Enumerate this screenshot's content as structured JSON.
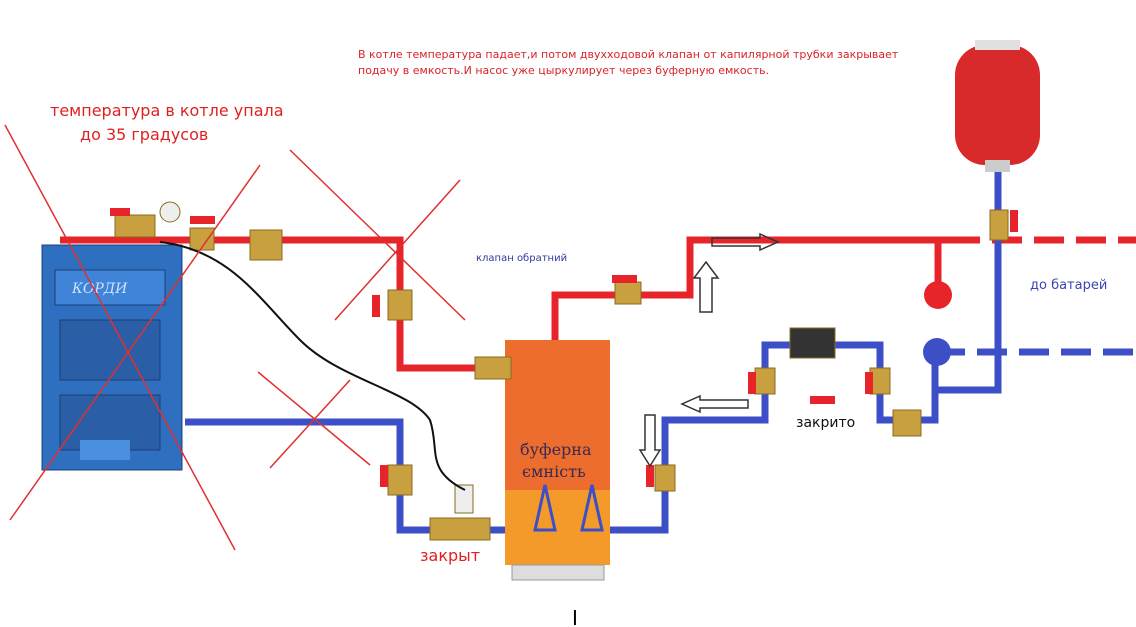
{
  "annotations": {
    "note_line1": "В котле температура падает,и потом двухходовой клапан от капилярной трубки закрывает",
    "note_line2": "подачу в емкость.И насос уже цыркулирует через буферную емкость.",
    "boiler_temp_line1": "температура в котле упала",
    "boiler_temp_line2": "до 35 градусов",
    "check_valve": "клапан обратний",
    "to_radiators": "до батарей",
    "closed_ua": "закрито",
    "closed_ru": "закрыт",
    "tank_line1": "буферна",
    "tank_line2": "ємність",
    "cursor_mark": "I"
  },
  "boiler": {
    "brand": "КОРДИ"
  },
  "colors": {
    "hot": "#e8242b",
    "cold": "#3d4fc6",
    "boiler": "#2f6fc0",
    "tank": "#f39a2a",
    "cross": "#e03030"
  }
}
